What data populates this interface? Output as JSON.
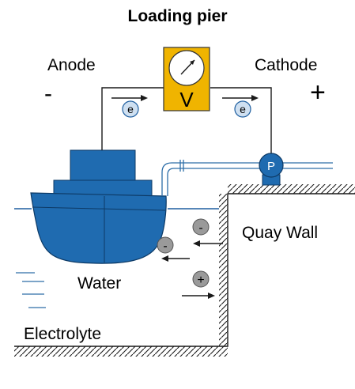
{
  "title": "Loading pier",
  "labels": {
    "anode": "Anode",
    "cathode": "Cathode",
    "anode_sign": "-",
    "cathode_sign": "+",
    "quay_wall": "Quay Wall",
    "water": "Water",
    "electrolyte": "Electrolyte"
  },
  "symbols": {
    "voltmeter": "V",
    "pump": "P",
    "electron": "e",
    "anion": "-",
    "cation": "+"
  },
  "colors": {
    "ship": "#1f6bb0",
    "ship_outline": "#0d3a66",
    "voltmeter": "#f0b400",
    "electron_circle": "#cfe0f1",
    "ion_circle": "#9a9a9a",
    "hatch": "#1a1a1a",
    "pipe": "#2d6ea8",
    "water_line": "#1f5fa0"
  }
}
